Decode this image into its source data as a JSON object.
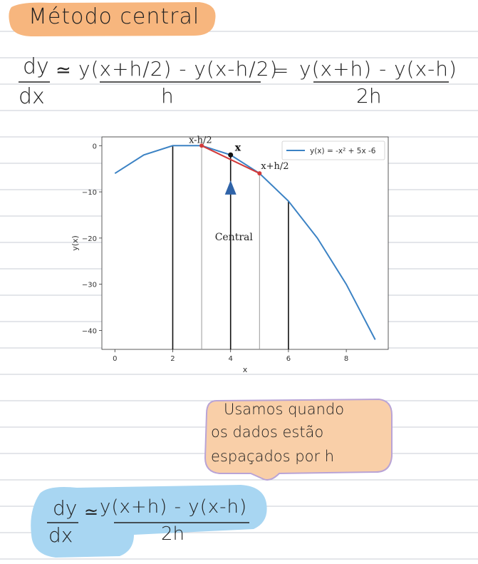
{
  "note": {
    "title": "Método central",
    "formula": {
      "lhs_num": "dy",
      "lhs_den": "dx",
      "approx": "≃",
      "mid_num": "y(x+h/2) - y(x-h/2)",
      "mid_den": "h",
      "eq": "=",
      "rhs_num": "y(x+h) - y(x-h)",
      "rhs_den": "2h"
    },
    "bubble": {
      "line1": "Usamos quando",
      "line2": "os dados estão",
      "line3": "espaçados por h"
    },
    "summary": {
      "lhs_num": "dy",
      "lhs_den": "dx",
      "approx": "≃",
      "rhs_num": "y(x+h) - y(x-h)",
      "rhs_den": "2h"
    },
    "colors": {
      "title_highlight": "#f7b67e",
      "bubble_fill": "#f9cfa8",
      "bubble_stroke": "#b9a4d6",
      "summary_highlight": "#a8d6f2",
      "rule_line": "#c9ccd6"
    }
  },
  "chart_data": {
    "type": "line",
    "x": [
      0,
      1,
      2,
      3,
      4,
      5,
      6,
      7,
      8,
      9
    ],
    "series": [
      {
        "name": "y(x) = -x² + 5x -6",
        "values": [
          -6,
          -2,
          0,
          0,
          -2,
          -6,
          -12,
          -20,
          -30,
          -42
        ],
        "color": "#3b82c4"
      }
    ],
    "xlabel": "x",
    "ylabel": "y(x)",
    "xlim": [
      -0.45,
      9.45
    ],
    "ylim": [
      -44.1,
      1.9
    ],
    "xticks": [
      0,
      2,
      4,
      6,
      8
    ],
    "yticks": [
      0,
      -10,
      -20,
      -30,
      -40
    ],
    "legend": "top-right",
    "secant": {
      "x": [
        3,
        5
      ],
      "y": [
        0,
        -6
      ],
      "color": "#d23a3a"
    },
    "center_point": {
      "x": 4,
      "y": -2,
      "label": "x"
    },
    "labels": {
      "left": "x-h/2",
      "right": "x+h/2",
      "middle": "Central"
    },
    "verticals_black": [
      2,
      4,
      6
    ],
    "verticals_gray": [
      3,
      5
    ],
    "arrow_color": "#2f63a8"
  }
}
